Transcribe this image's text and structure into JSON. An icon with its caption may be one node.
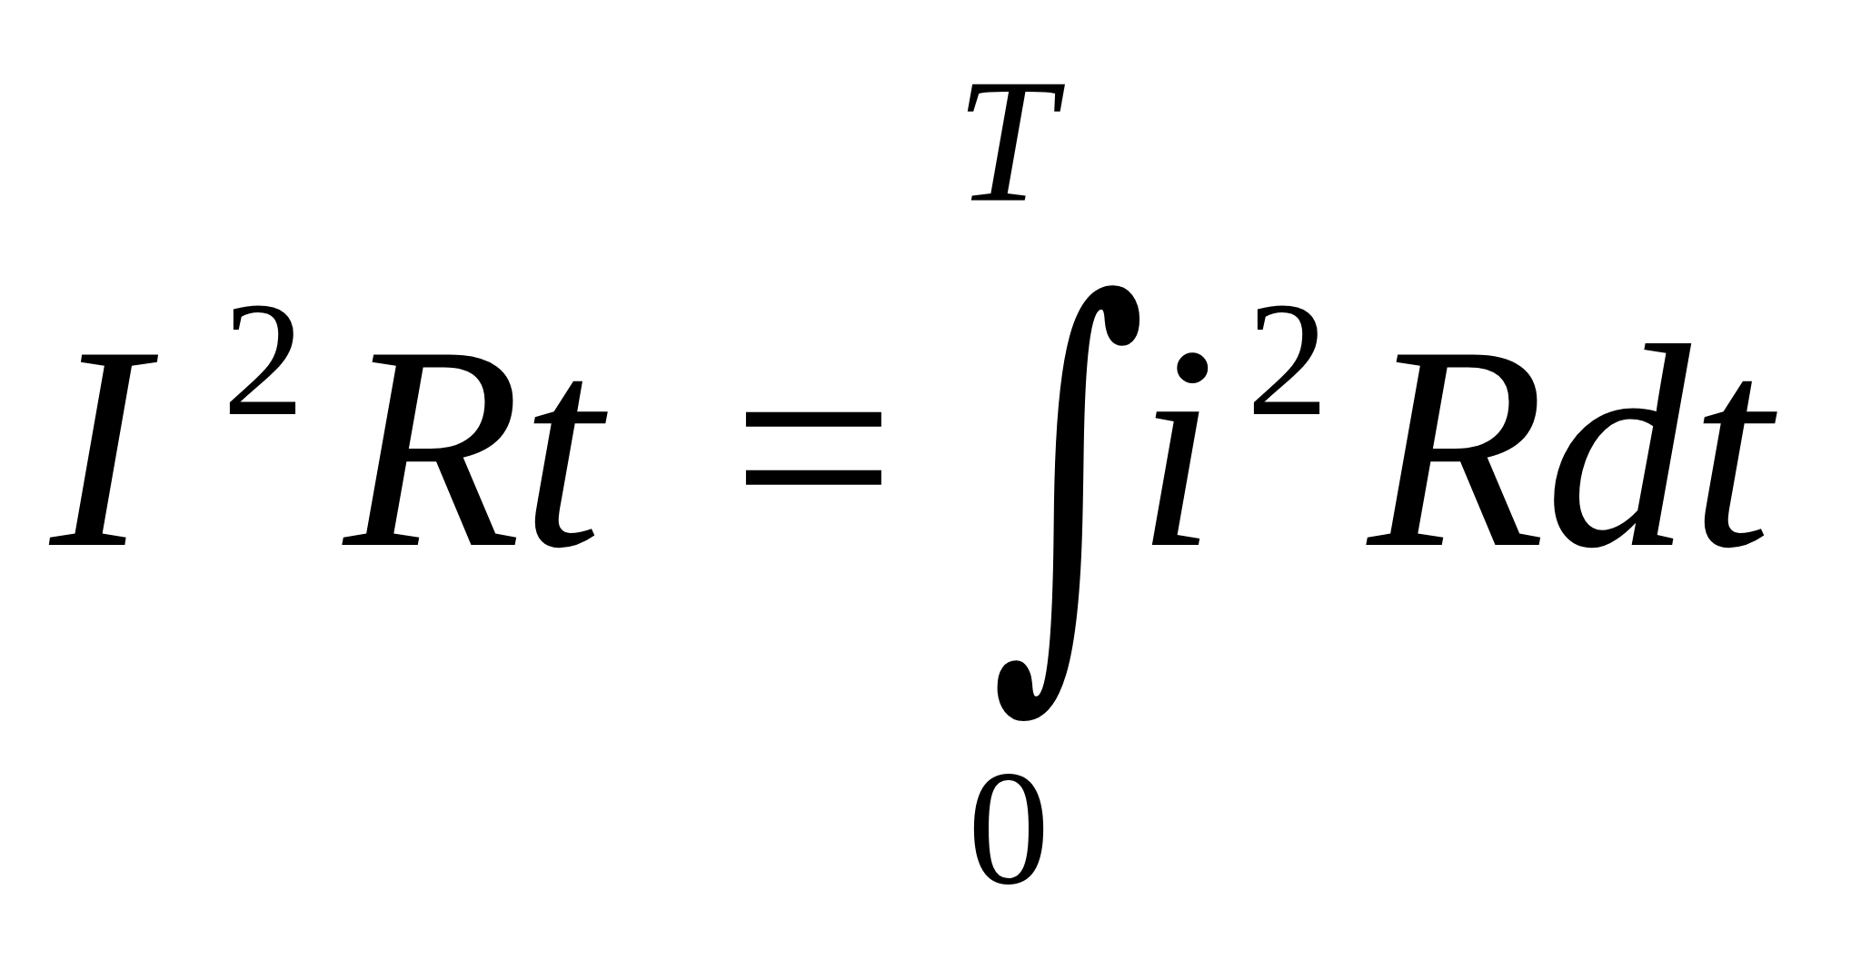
{
  "diagram": {
    "labels": [
      "T",
      "I",
      "2",
      "Rt",
      "=",
      "∫",
      "i",
      "2",
      "Rdt",
      "0"
    ]
  }
}
